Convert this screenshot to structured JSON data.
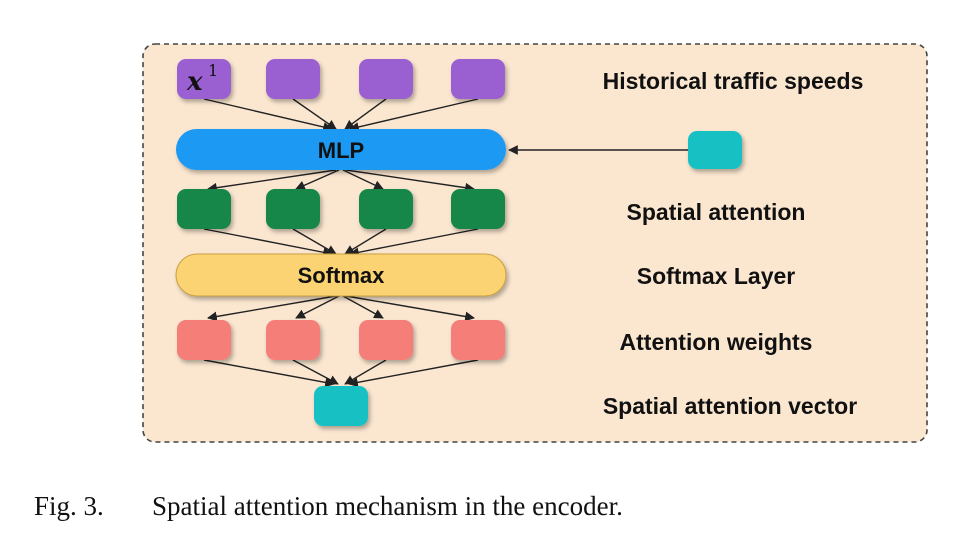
{
  "colors": {
    "panel_fill": "#fbe7d0",
    "panel_border": "#444444",
    "input_node": "#9a5fd1",
    "mlp_bar": "#1a99f2",
    "spatial_attention_node": "#14874a",
    "softmax_bar": "#fbd372",
    "attention_weight_node": "#f57e78",
    "context_node": "#14c0c3",
    "output_node": "#14c0c3",
    "arrow": "#222222"
  },
  "diagram": {
    "input_label_math": "x",
    "input_label_sup": "1",
    "mlp_label": "MLP",
    "softmax_label": "Softmax",
    "side_labels": {
      "historical_speeds": "Historical traffic speeds",
      "spatial_attention": "Spatial attention",
      "softmax_layer": "Softmax Layer",
      "attention_weights": "Attention weights",
      "spatial_attention_vector": "Spatial attention vector"
    }
  },
  "caption": {
    "fig": "Fig. 3.",
    "text": "Spatial attention mechanism in the encoder."
  }
}
